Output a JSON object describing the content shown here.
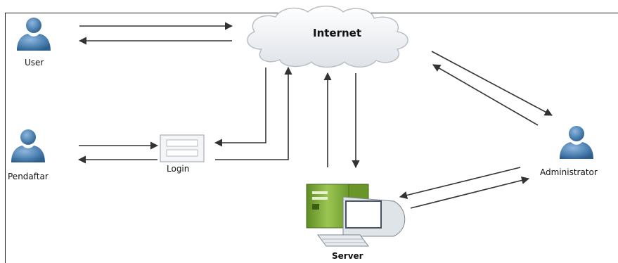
{
  "nodes": {
    "user": {
      "label": "User",
      "icon": "person-icon"
    },
    "pendaftar": {
      "label": "Pendaftar",
      "icon": "person-icon"
    },
    "login": {
      "label": "Login",
      "icon": "login-form-icon"
    },
    "internet": {
      "label": "Internet",
      "icon": "cloud-icon"
    },
    "server": {
      "label": "Server",
      "icon": "server-computer-icon"
    },
    "administrator": {
      "label": "Administrator",
      "icon": "person-icon"
    }
  },
  "connections": [
    {
      "from": "user",
      "to": "internet"
    },
    {
      "from": "internet",
      "to": "user"
    },
    {
      "from": "pendaftar",
      "to": "login"
    },
    {
      "from": "login",
      "to": "pendaftar"
    },
    {
      "from": "internet",
      "to": "login"
    },
    {
      "from": "login",
      "to": "internet"
    },
    {
      "from": "server",
      "to": "internet"
    },
    {
      "from": "internet",
      "to": "server"
    },
    {
      "from": "internet",
      "to": "administrator"
    },
    {
      "from": "administrator",
      "to": "internet"
    },
    {
      "from": "administrator",
      "to": "server"
    },
    {
      "from": "server",
      "to": "administrator"
    }
  ],
  "colors": {
    "person": "#4f83b3",
    "person_dark": "#2c5d8c",
    "line": "#333333",
    "cloud": "#eef0f2",
    "server_case": "#7fae3a",
    "monitor": "#cfd6dc"
  }
}
